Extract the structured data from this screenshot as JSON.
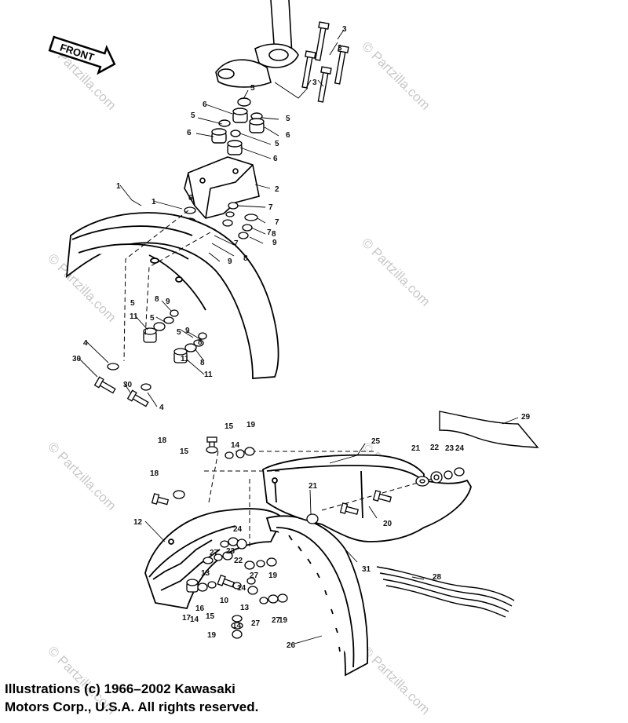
{
  "watermark": "© Partzilla.com",
  "front_label": "FRONT",
  "copyright": {
    "line1": "Illustrations (c) 1966–2002 Kawasaki",
    "line2": "Motors Corp., U.S.A.  All rights reserved."
  },
  "callouts": [
    "1",
    "1",
    "2",
    "3",
    "3",
    "3",
    "4",
    "4",
    "5",
    "5",
    "5",
    "5",
    "5",
    "5",
    "5",
    "6",
    "6",
    "6",
    "6",
    "6",
    "7",
    "7",
    "7",
    "7",
    "8",
    "8",
    "8",
    "8",
    "8",
    "9",
    "9",
    "9",
    "9",
    "10",
    "11",
    "11",
    "11",
    "12",
    "13",
    "13",
    "14",
    "14",
    "14",
    "14",
    "15",
    "15",
    "15",
    "16",
    "17",
    "18",
    "18",
    "19",
    "19",
    "19",
    "19",
    "20",
    "21",
    "21",
    "22",
    "22",
    "23",
    "23",
    "24",
    "24",
    "25",
    "26",
    "27",
    "27",
    "27",
    "27",
    "28",
    "29",
    "30",
    "30",
    "31"
  ]
}
